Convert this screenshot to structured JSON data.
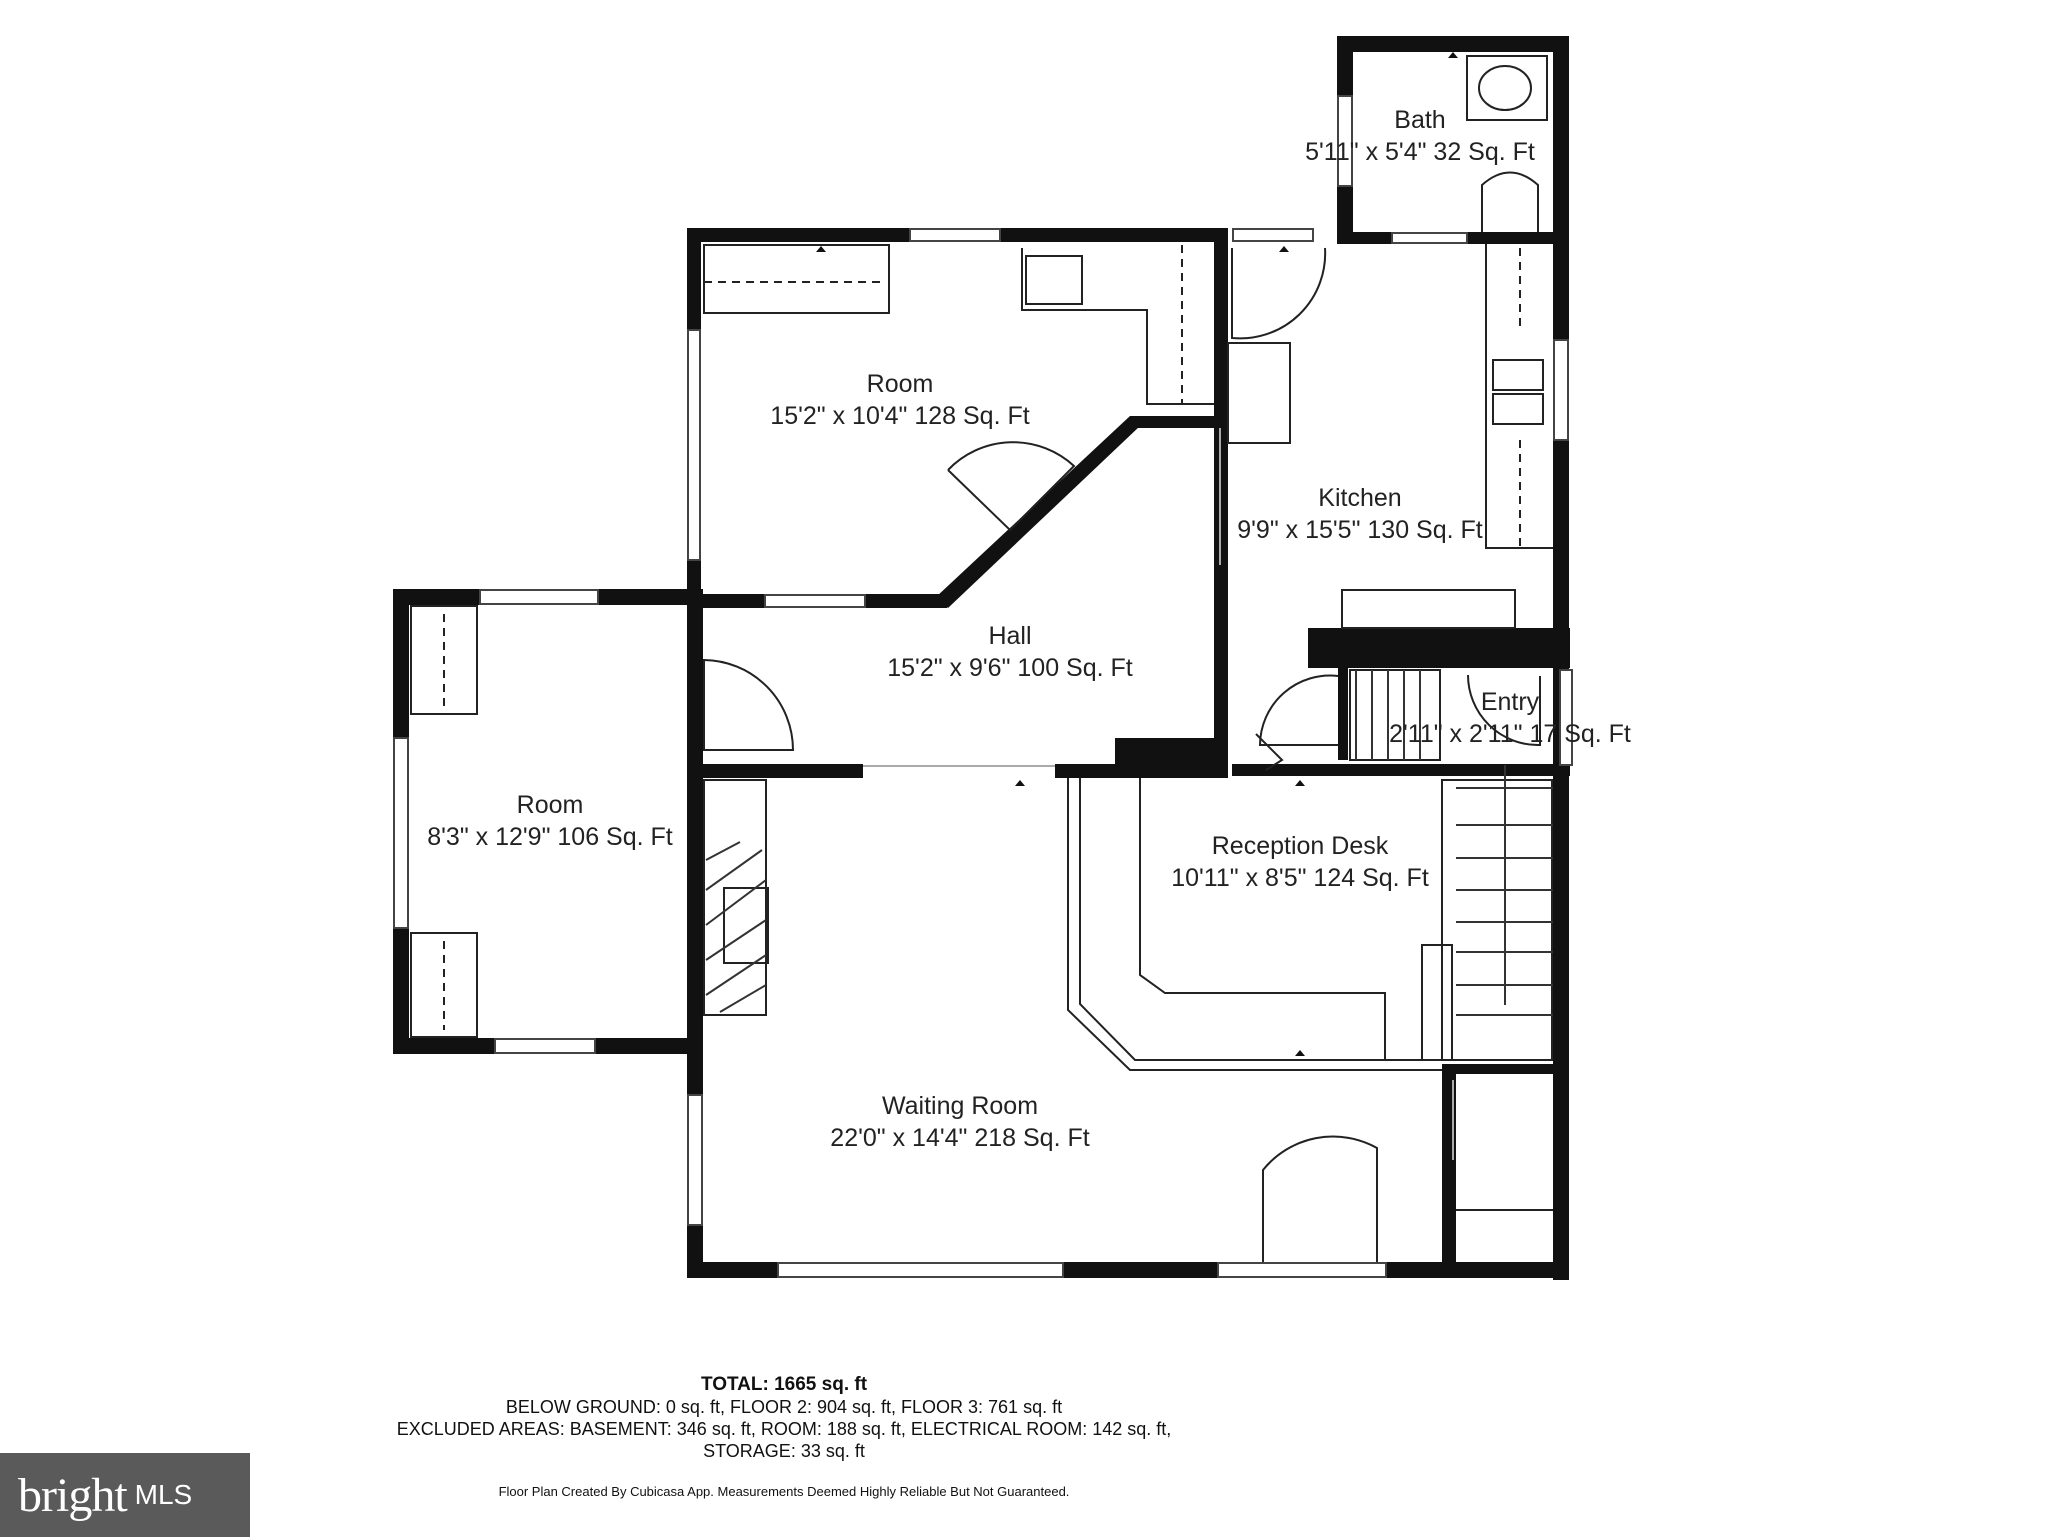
{
  "rooms": {
    "bath": {
      "name": "Bath",
      "dims": "5'11\" x 5'4\" 32 Sq. Ft"
    },
    "room_top": {
      "name": "Room",
      "dims": "15'2\" x 10'4\" 128 Sq. Ft"
    },
    "kitchen": {
      "name": "Kitchen",
      "dims": "9'9\" x 15'5\" 130 Sq. Ft"
    },
    "hall": {
      "name": "Hall",
      "dims": "15'2\" x 9'6\" 100 Sq. Ft"
    },
    "entry": {
      "name": "Entry",
      "dims": "2'11\" x 2'11\" 17 Sq. Ft"
    },
    "room_left": {
      "name": "Room",
      "dims": "8'3\" x 12'9\" 106 Sq. Ft"
    },
    "reception": {
      "name": "Reception Desk",
      "dims": "10'11\" x 8'5\" 124 Sq. Ft"
    },
    "waiting": {
      "name": "Waiting Room",
      "dims": "22'0\" x 14'4\" 218 Sq. Ft"
    }
  },
  "summary": {
    "total": "TOTAL: 1665 sq. ft",
    "line1": "BELOW GROUND: 0 sq. ft, FLOOR 2: 904 sq. ft, FLOOR 3: 761 sq. ft",
    "line2": "EXCLUDED AREAS: BASEMENT: 346 sq. ft, ROOM: 188 sq. ft, ELECTRICAL ROOM: 142 sq. ft,",
    "line3": "STORAGE: 33 sq. ft",
    "credit": "Floor Plan Created By Cubicasa App. Measurements Deemed Highly Reliable But Not Guaranteed."
  },
  "logo": {
    "word": "bright",
    "mls": "MLS"
  },
  "colors": {
    "wall": "#111111",
    "background": "#ffffff",
    "logo_bg": "#5a5a5a"
  }
}
